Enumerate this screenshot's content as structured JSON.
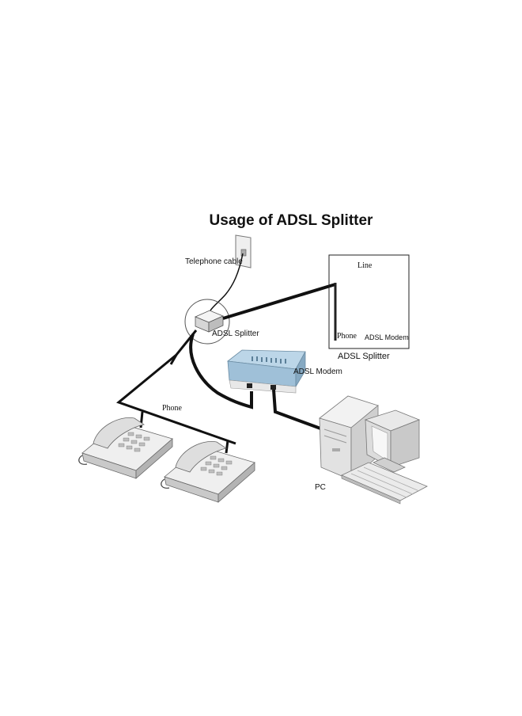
{
  "diagram": {
    "title": "Usage of ADSL Splitter",
    "labels": {
      "telephone_cable": "Telephone cable",
      "adsl_splitter": "ADSL Splitter",
      "adsl_modem": "ADSL Modem",
      "phone": "Phone",
      "pc": "PC"
    },
    "inset": {
      "line": "Line",
      "phone": "Phone",
      "adsl_modem": "ADSL Modem",
      "caption": "ADSL Splitter"
    }
  }
}
